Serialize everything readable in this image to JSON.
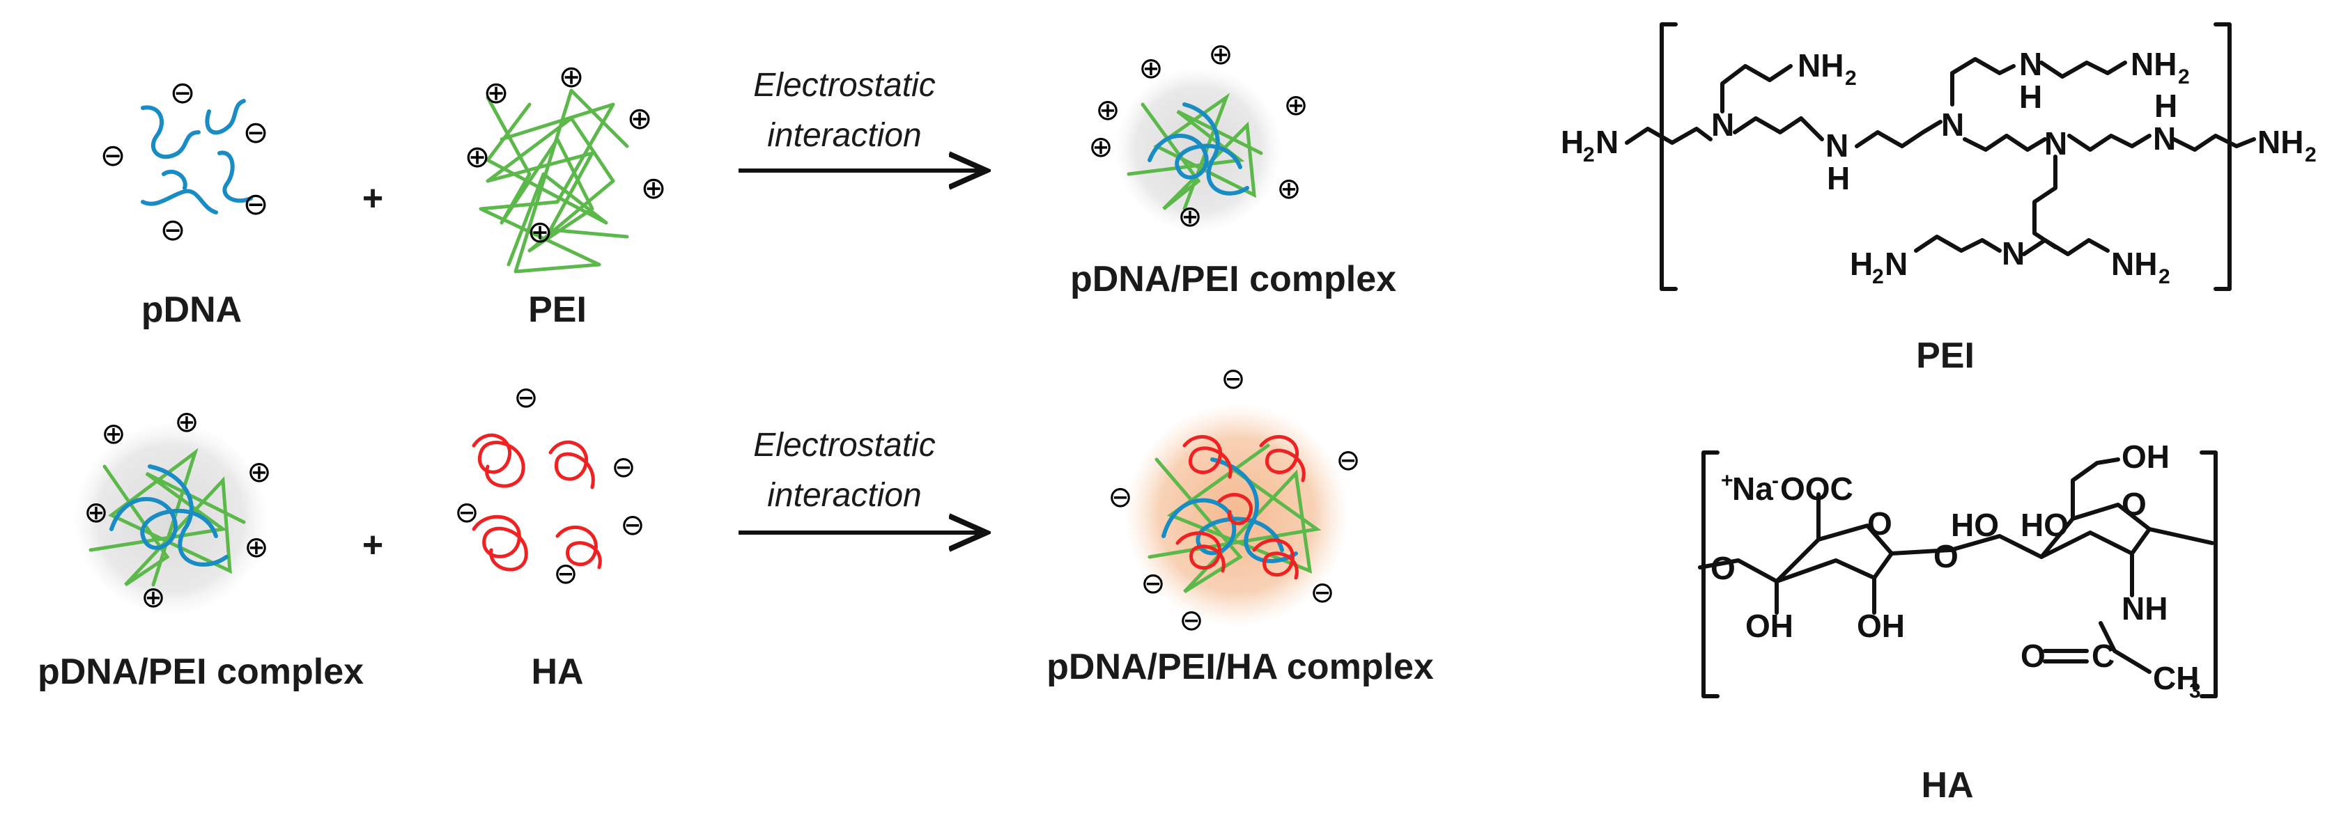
{
  "labels": {
    "pdna": "pDNA",
    "pei": "PEI",
    "pdna_pei_complex_top": "pDNA/PEI complex",
    "pdna_pei_complex_bottom": "pDNA/PEI complex",
    "ha": "HA",
    "pdna_pei_ha_complex": "pDNA/PEI/HA complex",
    "plus": "+",
    "arrow_top_line1": "Electrostatic",
    "arrow_top_line2": "interaction",
    "arrow_bottom_line1": "Electrostatic",
    "arrow_bottom_line2": "interaction"
  },
  "structures": {
    "pei_title": "PEI",
    "ha_title": "HA",
    "pei_atoms": {
      "nh2": "NH",
      "h2n": "H",
      "sub2": "2",
      "n": "N",
      "h": "H"
    },
    "ha_atoms": {
      "salt": "Na",
      "plus": "+",
      "minus": "-",
      "ooc": "OOC",
      "oh": "OH",
      "ho": "HO",
      "o": "O",
      "nh": "NH",
      "c": "C",
      "ch": "CH",
      "three": "3"
    }
  },
  "charges": {
    "negative": "⊖",
    "positive": "⊕"
  },
  "colors": {
    "dna": "#1a8cc4",
    "pei": "#5cb84a",
    "ha": "#ee2222",
    "complex_halo": "#e6e6e6",
    "ha_halo": "#f7c9a4",
    "ink": "#111111"
  }
}
